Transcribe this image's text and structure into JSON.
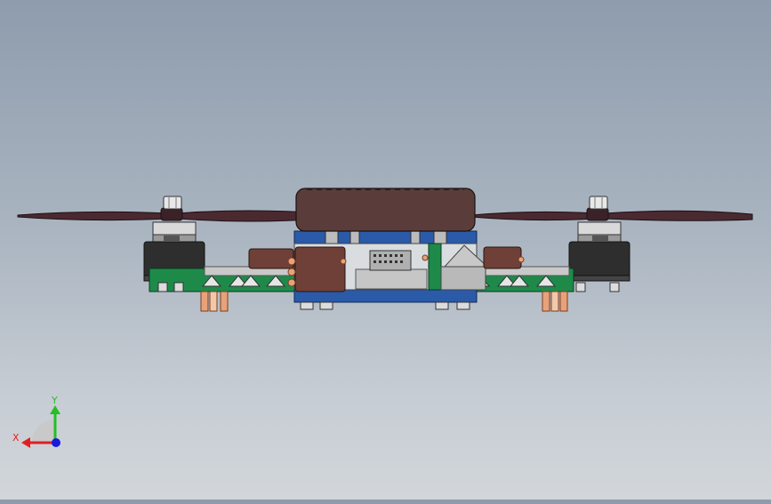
{
  "viewport": {
    "model": "quadcopter-front-view",
    "background_top": "#8e9cad",
    "background_bottom": "#d2d6da"
  },
  "triad": {
    "y_label": "Y",
    "x_label": "X",
    "y_color": "#22c022",
    "x_color": "#e02020",
    "z_color": "#1a1adc"
  },
  "colors": {
    "propeller": "#4a2a30",
    "battery": "#5a3d3a",
    "motor": "#2e2e2e",
    "frame_green": "#1e8a4a",
    "plate_blue": "#2a5aa8",
    "copper": "#e8a27a",
    "electronics_brown": "#6e4038"
  }
}
